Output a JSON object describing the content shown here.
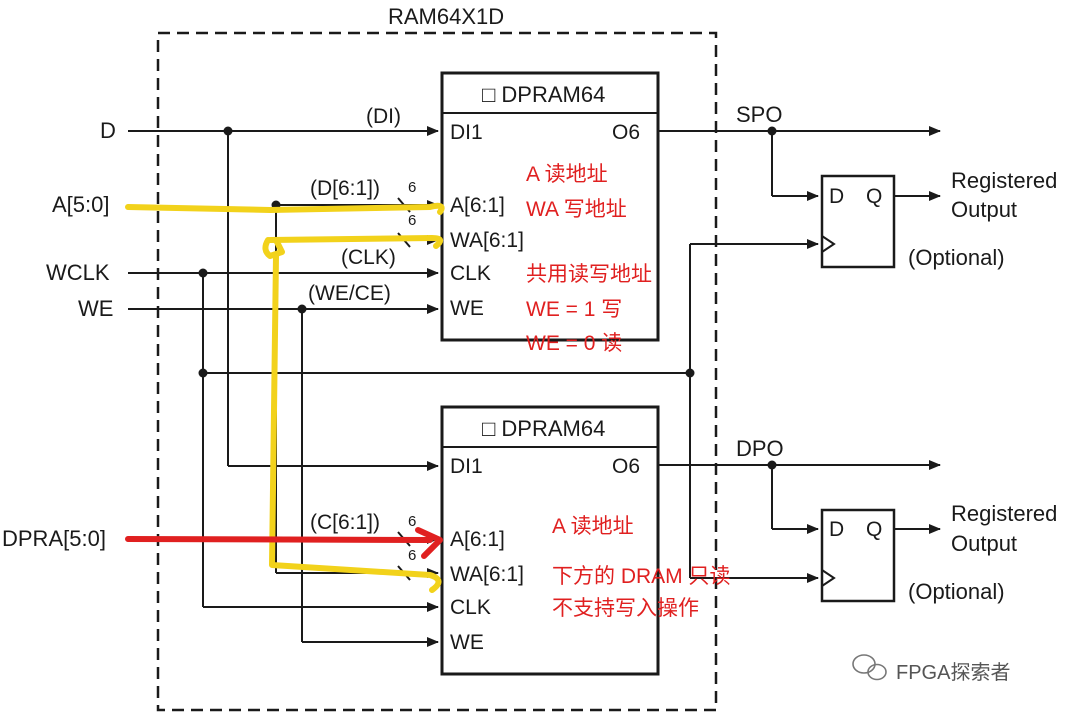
{
  "title": "RAM64X1D",
  "top_block": {
    "name": "□ DPRAM64",
    "pins_in": [
      "DI1",
      "A[6:1]",
      "WA[6:1]",
      "CLK",
      "WE"
    ],
    "pin_out": "O6",
    "bus_width_a": "6",
    "bus_width_wa": "6"
  },
  "bottom_block": {
    "name": "□ DPRAM64",
    "pins_in": [
      "DI1",
      "A[6:1]",
      "WA[6:1]",
      "CLK",
      "WE"
    ],
    "pin_out": "O6",
    "bus_width_a": "6",
    "bus_width_wa": "6"
  },
  "inputs": [
    "D",
    "A[5:0]",
    "WCLK",
    "WE",
    "DPRA[5:0]"
  ],
  "net_labels": {
    "di": "(DI)",
    "d61": "(D[6:1])",
    "clk": "(CLK)",
    "wece": "(WE/CE)",
    "c61": "(C[6:1])"
  },
  "outputs": {
    "spo": "SPO",
    "dpo": "DPO"
  },
  "flipflops": [
    {
      "d": "D",
      "q": "Q",
      "out1": "Registered",
      "out2": "Output",
      "opt": "(Optional)"
    },
    {
      "d": "D",
      "q": "Q",
      "out1": "Registered",
      "out2": "Output",
      "opt": "(Optional)"
    }
  ],
  "annotations_top": [
    "A 读地址",
    "WA 写地址",
    "共用读写地址",
    "WE = 1 写",
    "WE = 0 读"
  ],
  "annotations_bottom": [
    "A 读地址",
    "下方的 DRAM 只读",
    "不支持写入操作"
  ],
  "watermark": "FPGA探索者",
  "colors": {
    "line": "#1a1a1a",
    "yellow": "#f2d21b",
    "red": "#e02020"
  }
}
